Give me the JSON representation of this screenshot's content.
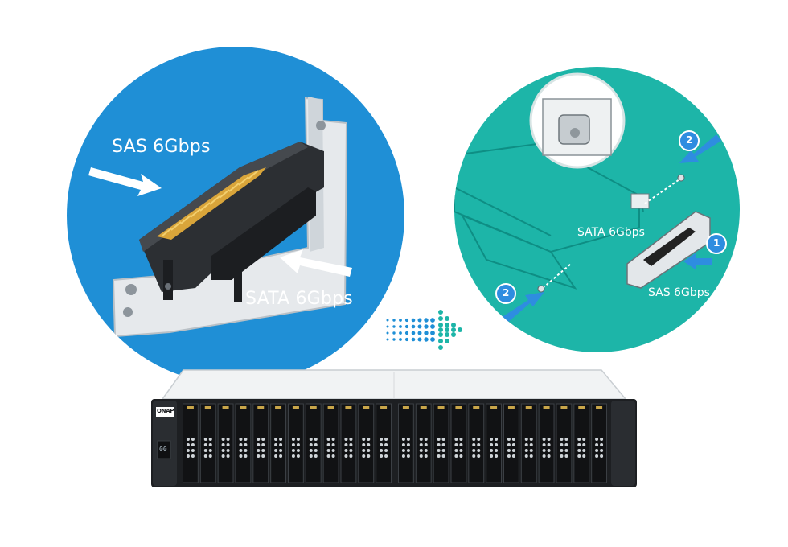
{
  "left_panel": {
    "top_label": "SAS 6Gbps",
    "bottom_label": "SATA 6Gbps",
    "bg_color": "#1f8fd6"
  },
  "right_panel": {
    "sata_label": "SATA 6Gbps",
    "sas_label": "SAS 6Gbps",
    "step_1": "1",
    "step_2_top": "2",
    "step_2_bottom": "2",
    "bg_color": "#1db5a8"
  },
  "arrow": {
    "color": "#1f8fd6"
  },
  "device": {
    "brand": "QNAP",
    "display_value": "00",
    "bays_per_side": 12,
    "icon": "storage-enclosure"
  }
}
